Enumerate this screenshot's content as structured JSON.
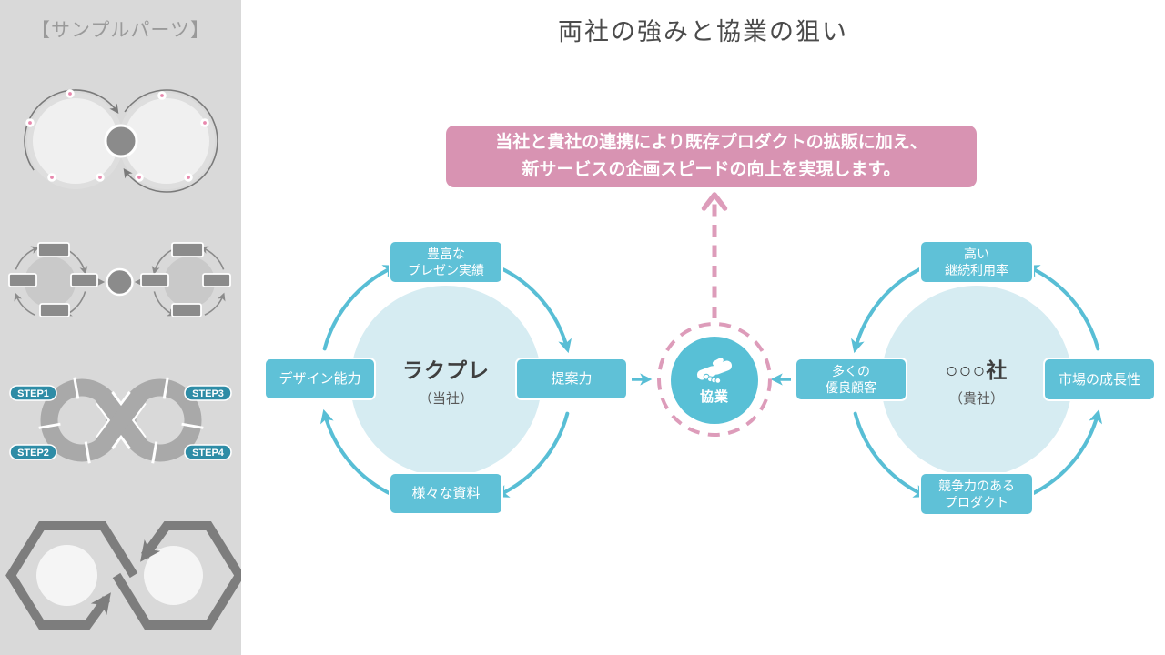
{
  "sidebar": {
    "title": "【サンプルパーツ】",
    "parts": {
      "step_labels": [
        "STEP1",
        "STEP2",
        "STEP3",
        "STEP4"
      ]
    }
  },
  "slide": {
    "title": "両社の強みと協業の狙い",
    "banner": {
      "line1": "当社と貴社の連携により既存プロダクトの拡販に加え、",
      "line2": "新サービスの企画スピードの向上を実現します。"
    },
    "hub": {
      "label": "協業",
      "icon": "handshake-icon"
    },
    "left_cycle": {
      "center_name": "ラクプレ",
      "center_sub": "（当社）",
      "boxes": {
        "top_line1": "豊富な",
        "top_line2": "プレゼン実績",
        "right": "提案力",
        "bottom": "様々な資料",
        "left": "デザイン能力"
      }
    },
    "right_cycle": {
      "center_name_prefix": "○○○",
      "center_name_suffix": "社",
      "center_sub": "（貴社）",
      "boxes": {
        "top_line1": "高い",
        "top_line2": "継続利用率",
        "left_line1": "多くの",
        "left_line2": "優良顧客",
        "right": "市場の成長性",
        "bottom_line1": "競争力のある",
        "bottom_line2": "プロダクト"
      }
    }
  },
  "colors": {
    "accent_teal": "#5fc1d7",
    "light_teal_circle": "#d6ecf2",
    "banner_pink": "#d893b2",
    "dashed_pink": "#dd9cba",
    "sidebar_bg": "#d9d9d9",
    "sidebar_gray": "#8b8b8b",
    "step_pill_teal": "#2e8ca6"
  }
}
